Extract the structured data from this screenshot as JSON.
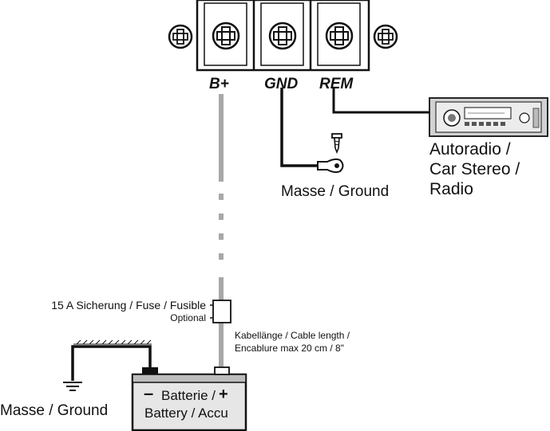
{
  "terminals": [
    "B+",
    "GND",
    "REM"
  ],
  "radio": {
    "label_lines": [
      "Autoradio /",
      "Car Stereo /",
      "Radio"
    ]
  },
  "ground_top": "Masse / Ground",
  "ground_bottom": "Masse / Ground",
  "fuse": {
    "label": "15 A Sicherung / Fuse / Fusible",
    "optional": "Optional"
  },
  "cable": {
    "line1": "Kabellänge / Cable length /",
    "line2": "Encablure max 20 cm / 8\""
  },
  "battery": {
    "minus": "–",
    "plus": "+",
    "line1": "Batterie /",
    "line2": "Battery / Accu"
  },
  "colors": {
    "wire_gray": "#a8a8a8",
    "wire_black": "#111111",
    "battery_fill": "#e6e6e6",
    "battery_top": "#bdbdbd"
  }
}
